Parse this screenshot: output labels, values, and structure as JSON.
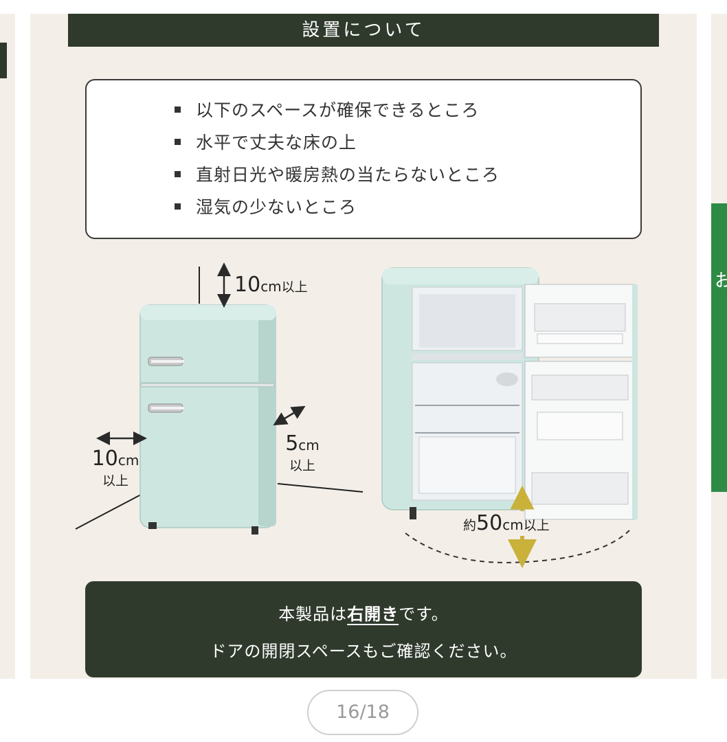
{
  "section_title": "設置について",
  "requirements": [
    "以下のスペースが確保できるところ",
    "水平で丈夫な床の上",
    "直射日光や暖房熱の当たらないところ",
    "湿気の少ないところ"
  ],
  "clearances": {
    "top": {
      "value": "10",
      "unit": "cm",
      "suffix": "以上"
    },
    "side_left": {
      "value": "10",
      "unit": "cm",
      "suffix": "以上"
    },
    "side_right": {
      "value": "5",
      "unit": "cm",
      "suffix": "以上"
    },
    "door": {
      "prefix": "約",
      "value": "50",
      "unit": "cm",
      "suffix": "以上"
    }
  },
  "note": {
    "line1_before": "本製品は",
    "line1_emph": "右開き",
    "line1_after": "です。",
    "line2": "ドアの開閉スペースもご確認ください。"
  },
  "pager": {
    "text": "16/18"
  },
  "right_peek_char": "お",
  "colors": {
    "banner": "#2f3a2c",
    "background": "#f3efe8",
    "fridge": "#cde6e0",
    "arrow_gold": "#c9b13a",
    "peek_green": "#2e8b45"
  }
}
